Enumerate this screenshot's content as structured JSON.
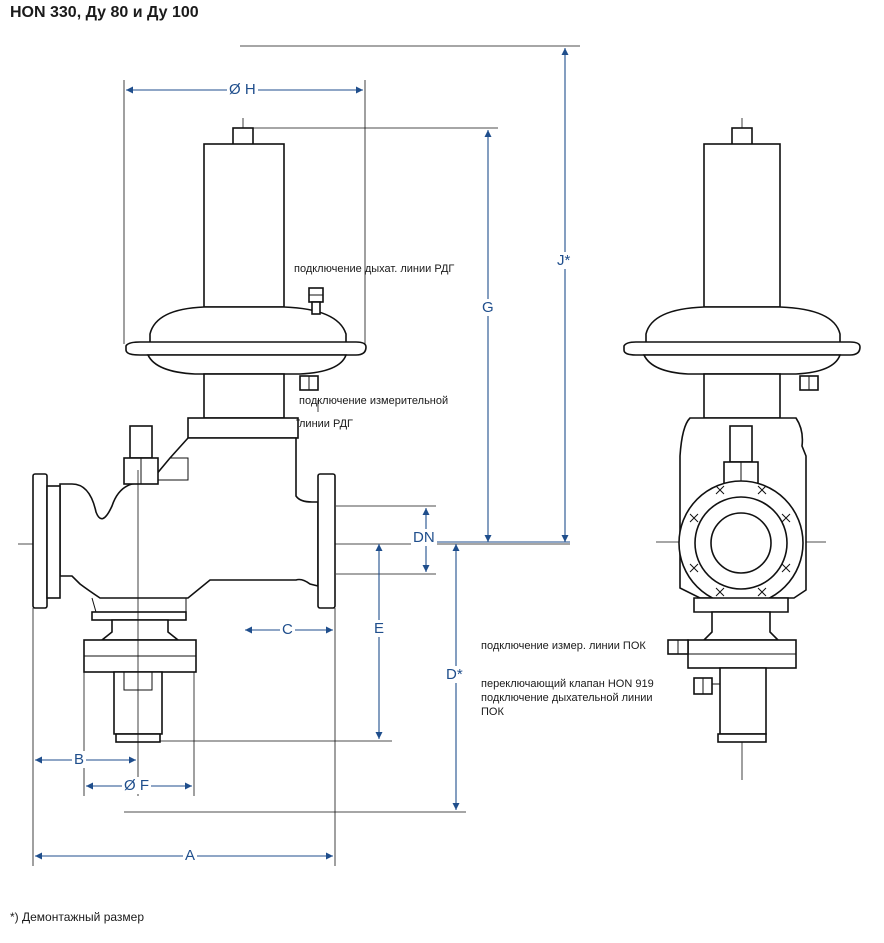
{
  "title": "HON 330, Ду 80 и Ду 100",
  "footnote": "*) Демонтажный размер",
  "dimensions": {
    "H": "Ø H",
    "J": "J*",
    "G": "G",
    "DN": "DN",
    "C": "C",
    "E": "E",
    "D": "D*",
    "B": "B",
    "F": "Ø F",
    "A": "A"
  },
  "labels": {
    "breath_line": "подключение дыхат. линии РДГ",
    "measure_line_1": "подключение измерительной",
    "measure_line_2": "линии РДГ",
    "pok_measure": "подключение измер. линии ПОК",
    "switch_valve": "переключающий клапан HON 919",
    "pok_breath_1": "подключение дыхательной линии",
    "pok_breath_2": "ПОК"
  },
  "colors": {
    "dimension": "#1f4e8c",
    "outline": "#111111"
  }
}
